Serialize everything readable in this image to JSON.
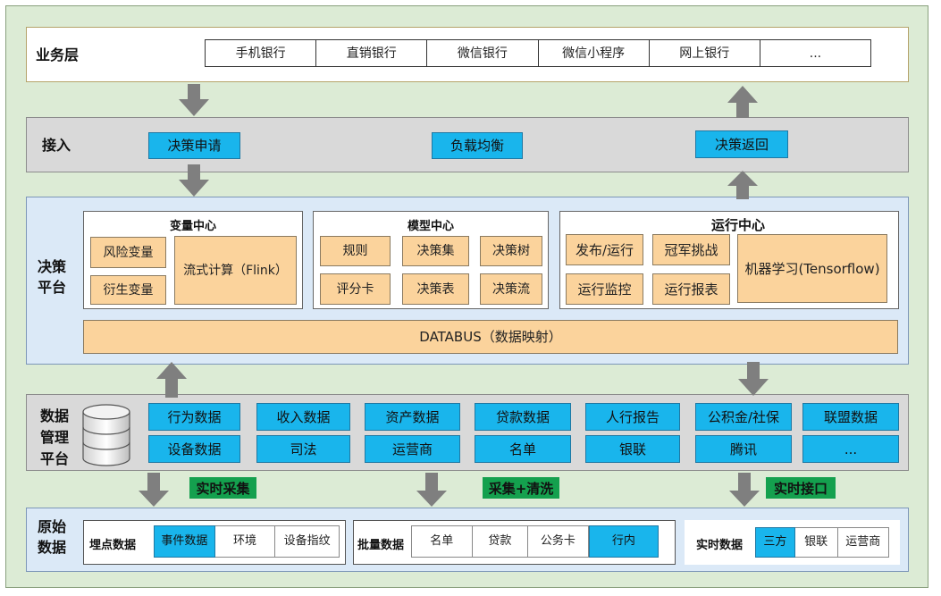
{
  "business": {
    "label": "业务层",
    "channels": [
      "手机银行",
      "直销银行",
      "微信银行",
      "微信小程序",
      "网上银行",
      "..."
    ]
  },
  "access": {
    "label": "接入",
    "request": "决策申请",
    "balance": "负载均衡",
    "return": "决策返回"
  },
  "decision": {
    "label_line1": "决策",
    "label_line2": "平台",
    "variable_center": {
      "title": "变量中心",
      "risk": "风险变量",
      "derived": "衍生变量",
      "stream": "流式计算（Flink）"
    },
    "model_center": {
      "title": "模型中心",
      "items": [
        "规则",
        "决策集",
        "决策树",
        "评分卡",
        "决策表",
        "决策流"
      ]
    },
    "run_center": {
      "title": "运行中心",
      "publish": "发布/运行",
      "champion": "冠军挑战",
      "monitor": "运行监控",
      "report": "运行报表",
      "ml": "机器学习(Tensorflow)"
    },
    "databus": "DATABUS（数据映射）"
  },
  "data_mgmt": {
    "label_line1": "数据",
    "label_line2": "管理",
    "label_line3": "平台",
    "row1": [
      "行为数据",
      "收入数据",
      "资产数据",
      "贷款数据",
      "人行报告",
      "公积金/社保",
      "联盟数据"
    ],
    "row2": [
      "设备数据",
      "司法",
      "运营商",
      "名单",
      "银联",
      "腾讯",
      "..."
    ]
  },
  "links": {
    "realtime_collect": "实时采集",
    "collect_clean": "采集+清洗",
    "realtime_api": "实时接口"
  },
  "raw": {
    "label_line1": "原始",
    "label_line2": "数据",
    "tracking": {
      "title": "埋点数据",
      "items": [
        "事件数据",
        "环境",
        "设备指纹"
      ]
    },
    "batch": {
      "title": "批量数据",
      "items": [
        "名单",
        "贷款",
        "公务卡",
        "行内"
      ]
    },
    "realtime": {
      "title": "实时数据",
      "items": [
        "三方",
        "银联",
        "运营商"
      ]
    }
  },
  "colors": {
    "frame_bg": "#dcebd5",
    "cyan": "#19b5ec",
    "orange": "#fbd39c",
    "green": "#14a04e",
    "arrow": "#7f7f7f"
  }
}
